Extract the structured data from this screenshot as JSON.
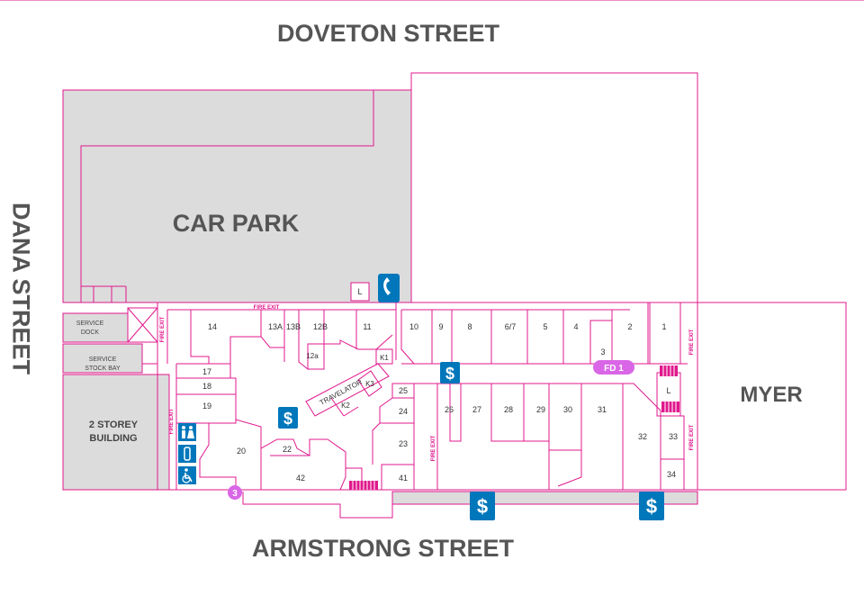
{
  "streets": {
    "north": "DOVETON STREET",
    "west": "DANA STREET",
    "south": "ARMSTRONG STREET"
  },
  "areas": {
    "car_park": "CAR PARK",
    "myer": "MYER",
    "service_dock": "SERVICE DOCK",
    "service_stock_bay": "SERVICE STOCK BAY",
    "two_storey_building": "2 STOREY BUILDING",
    "travelator": "TRAVELATOR"
  },
  "labels": {
    "fire_exit": "FIRE EXIT",
    "lift": "L",
    "fd1": "FD 1",
    "entry_3": "3"
  },
  "shops": [
    "14",
    "13A",
    "13B",
    "12B",
    "11",
    "12a",
    "10",
    "9",
    "8",
    "6/7",
    "5",
    "4",
    "2",
    "1",
    "3",
    "17",
    "18",
    "19",
    "K1",
    "K2",
    "K3",
    "25",
    "24",
    "26",
    "27",
    "28",
    "29",
    "30",
    "31",
    "32",
    "33",
    "34",
    "23",
    "20",
    "22",
    "42",
    "41"
  ],
  "icons": [
    "phone-icon",
    "atm-icon",
    "toilets-icon",
    "baby-change-icon",
    "accessible-icon"
  ],
  "colors": {
    "outline": "#e0188c",
    "car_park_fill": "#dcdcdd",
    "atm_blue": "#0077bb",
    "street_text": "#555555",
    "fd_badge": "#d966e6"
  }
}
